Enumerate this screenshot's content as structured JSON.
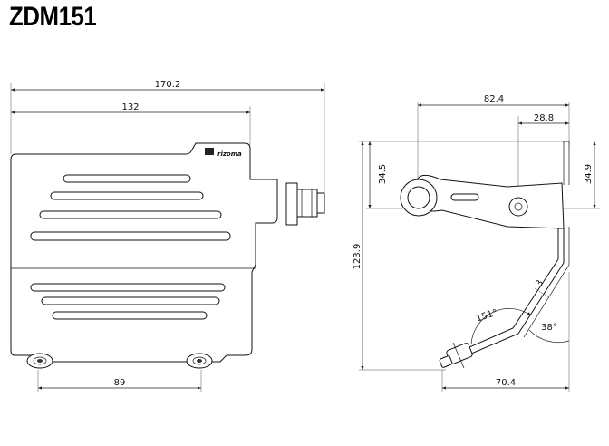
{
  "title": "ZDM151",
  "brand": "rizoma",
  "dimensions": {
    "overall_width": "170.2",
    "plate_width": "132",
    "mount_spacing": "89",
    "bracket_width": "82.4",
    "bracket_offset": "28.8",
    "left_height": "34.5",
    "right_height": "34.9",
    "total_height": "123.9",
    "base_width": "70.4",
    "thickness": "3",
    "angle_inner": "151°",
    "angle_outer": "38°"
  }
}
